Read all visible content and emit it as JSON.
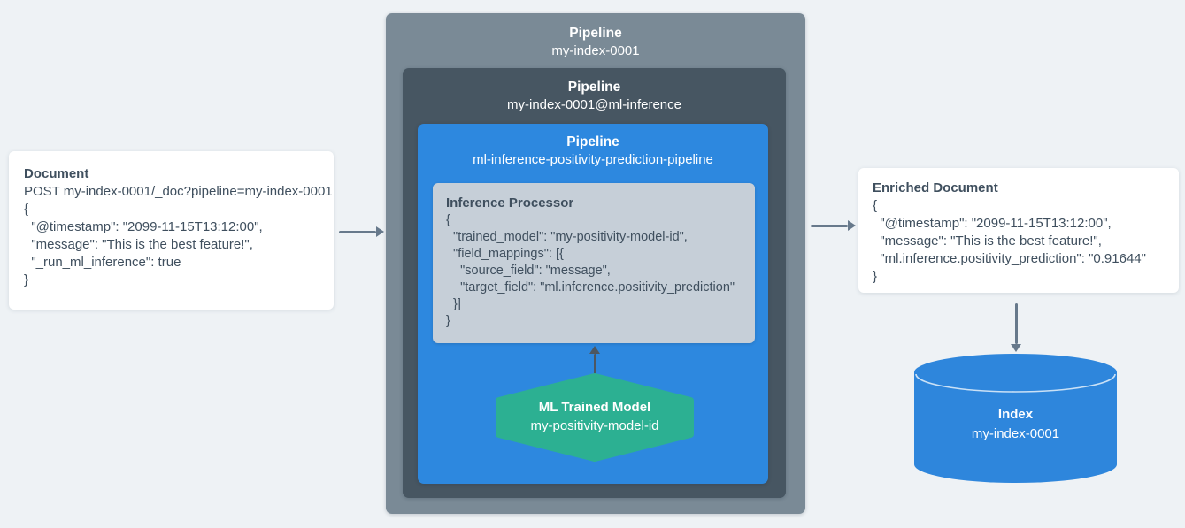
{
  "colors": {
    "background": "#eef2f5",
    "card_bg": "#ffffff",
    "text_dark": "#3f4f5e",
    "text_light": "#ffffff",
    "pipeline_outer": "#7a8a96",
    "pipeline_middle": "#475662",
    "pipeline_inner": "#2d88df",
    "processor_bg": "#c6cfd8",
    "model_hexagon": "#2cb092",
    "index_cylinder": "#2e86dc",
    "arrow": "#67798b",
    "arrow_dark": "#4d5761"
  },
  "left_card": {
    "title": "Document",
    "lines": [
      "POST my-index-0001/_doc?pipeline=my-index-0001",
      "{",
      "  \"@timestamp\": \"2099-11-15T13:12:00\",",
      "  \"message\": \"This is the best feature!\",",
      "  \"_run_ml_inference\": true",
      "}"
    ]
  },
  "pipelines": {
    "outer": {
      "title": "Pipeline",
      "name": "my-index-0001"
    },
    "middle": {
      "title": "Pipeline",
      "name": "my-index-0001@ml-inference"
    },
    "inner": {
      "title": "Pipeline",
      "name": "ml-inference-positivity-prediction-pipeline"
    }
  },
  "processor": {
    "title": "Inference Processor",
    "lines": [
      "{",
      "  \"trained_model\": \"my-positivity-model-id\",",
      "  \"field_mappings\": [{",
      "    \"source_field\": \"message\",",
      "    \"target_field\": \"ml.inference.positivity_prediction\"",
      "  }]",
      "}"
    ]
  },
  "model": {
    "title": "ML Trained Model",
    "name": "my-positivity-model-id"
  },
  "enriched_card": {
    "title": "Enriched Document",
    "lines": [
      "{",
      "  \"@timestamp\": \"2099-11-15T13:12:00\",",
      "  \"message\": \"This is the best feature!\",",
      "  \"ml.inference.positivity_prediction\": \"0.91644\"",
      "}"
    ]
  },
  "index": {
    "title": "Index",
    "name": "my-index-0001"
  }
}
